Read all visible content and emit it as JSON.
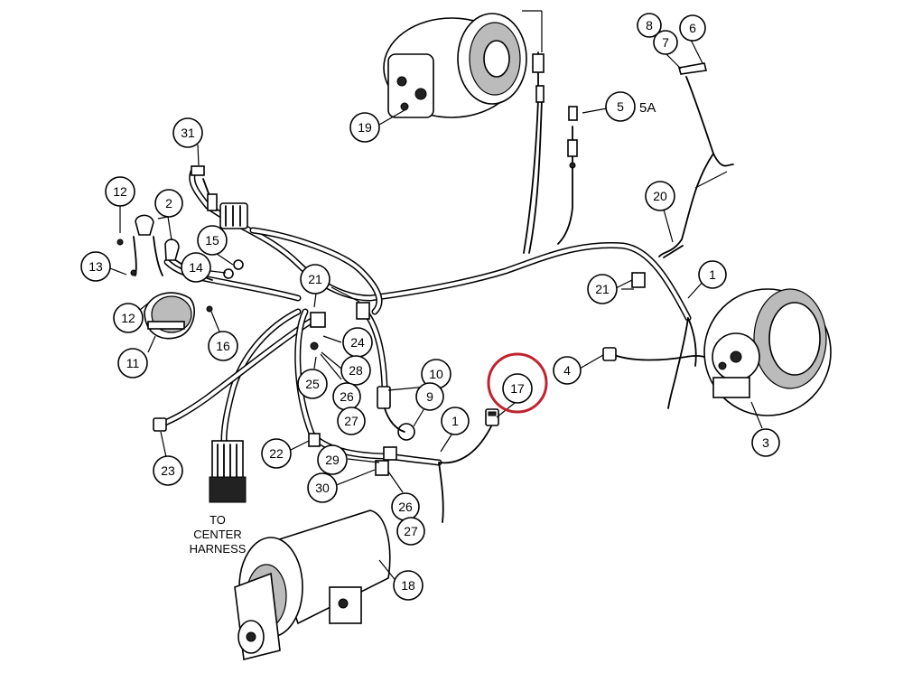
{
  "callouts": {
    "c1a": "1",
    "c1b": "1",
    "c2": "2",
    "c3": "3",
    "c4": "4",
    "c5": "5",
    "c5a": "5A",
    "c6": "6",
    "c7": "7",
    "c8": "8",
    "c9": "9",
    "c10": "10",
    "c11": "11",
    "c12a": "12",
    "c12b": "12",
    "c13": "13",
    "c14": "14",
    "c15": "15",
    "c16": "16",
    "c17": "17",
    "c18": "18",
    "c19": "19",
    "c20": "20",
    "c21a": "21",
    "c21b": "21",
    "c22": "22",
    "c23": "23",
    "c24": "24",
    "c25": "25",
    "c26a": "26",
    "c26b": "26",
    "c27a": "27",
    "c27b": "27",
    "c28": "28",
    "c29": "29",
    "c30": "30",
    "c31": "31"
  },
  "harness_label": {
    "line1": "TO",
    "line2": "CENTER",
    "line3": "HARNESS"
  },
  "highlight": {
    "callout": "17",
    "color": "#c0232f"
  }
}
